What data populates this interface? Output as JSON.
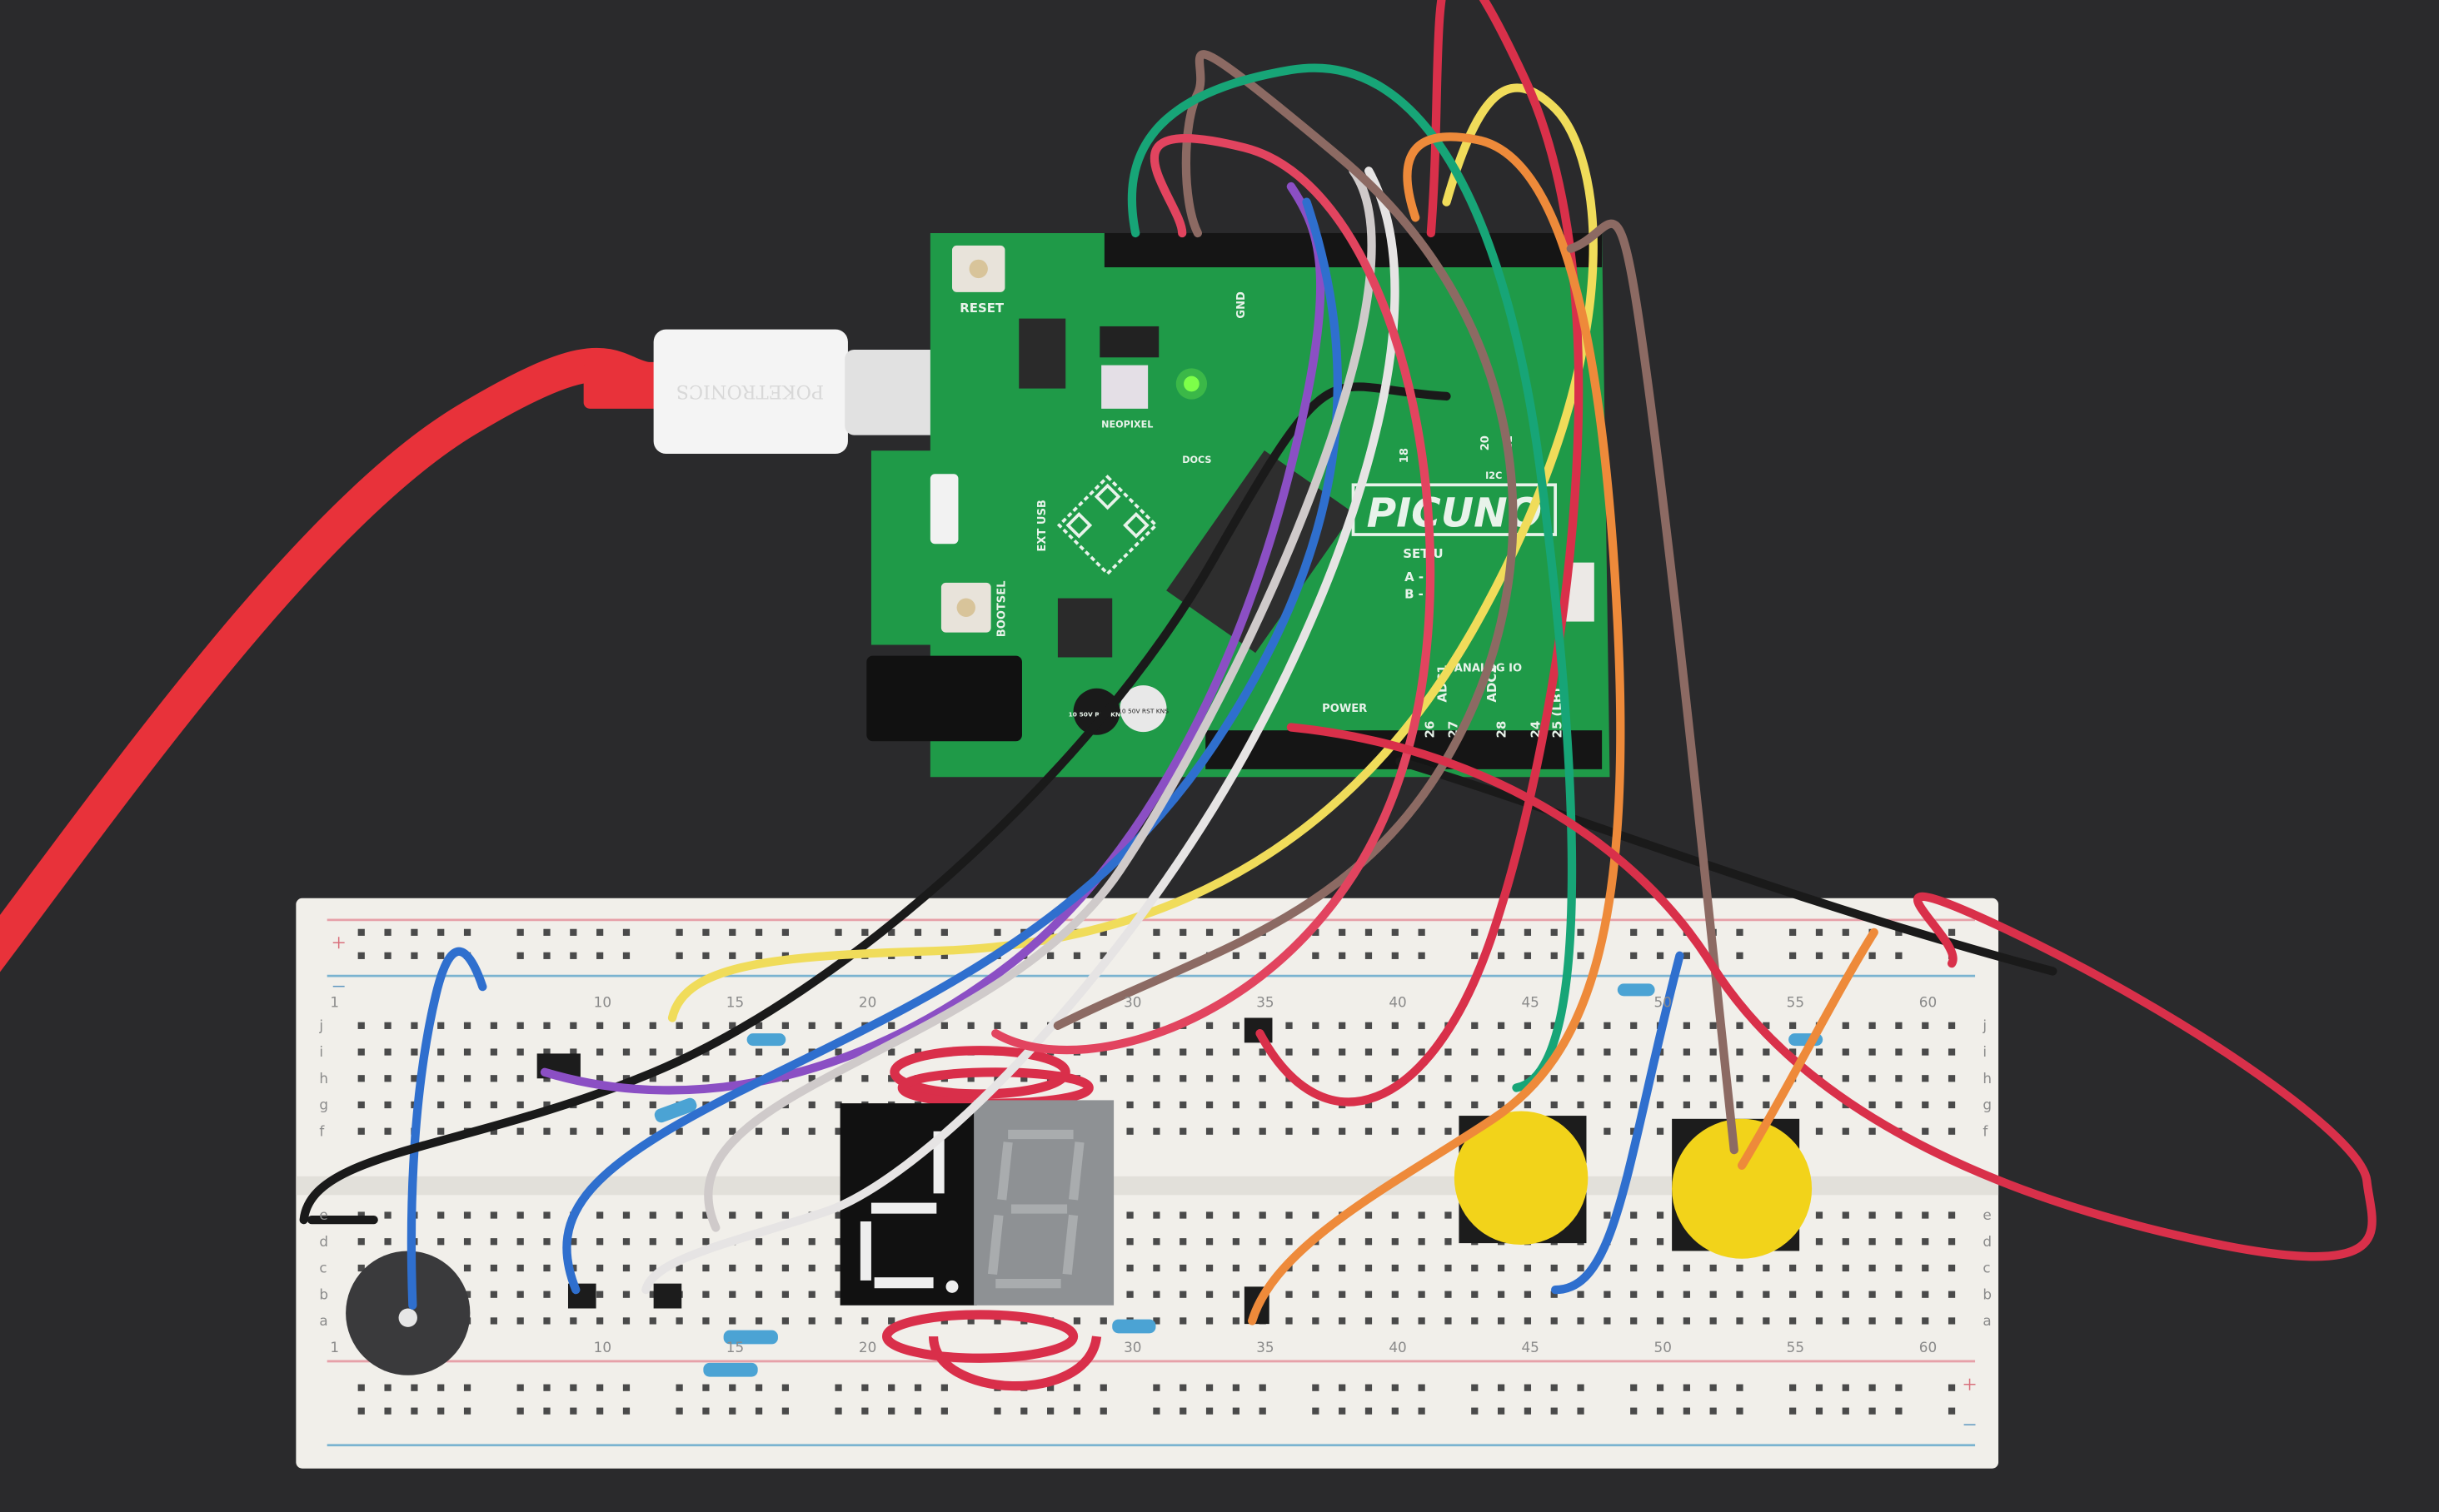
{
  "scene": {
    "background_color": "#2a2a2c",
    "board_color": "#1f9a48",
    "breadboard_color": "#f1efea"
  },
  "cable": {
    "brand_text": "POKETRONICS",
    "cable_color": "#e8323a"
  },
  "board": {
    "name_text": "PICUNO",
    "labels": {
      "reset": "RESET",
      "bootsel": "BOOTSEL",
      "neopixel": "NEOPIXEL",
      "docs": "DOCS",
      "ext_usb": "EXT USB",
      "gnd_top": "GND",
      "set_up": "SET U",
      "a_row": "A -",
      "b_row": "B -",
      "analog_io": "ANALOG IO",
      "power": "POWER",
      "i2c": "I2C",
      "pin_18": "18",
      "pin_20": "20",
      "pin_21": "21",
      "adc1": "ADC1",
      "adc2": "ADC2",
      "pin_26": "26",
      "pin_27": "27",
      "pin_28": "28",
      "pin_24": "24",
      "pin_25": "25 (LB)",
      "cap1": "10 50V RST KNS",
      "cap2": "10 50V RST KNS"
    },
    "status_led_color": "#7dff4a"
  },
  "breadboard": {
    "column_labels": [
      "1",
      "10",
      "15",
      "20",
      "30",
      "35",
      "40",
      "45",
      "50",
      "55",
      "60"
    ],
    "row_labels_top": [
      "j",
      "i",
      "h",
      "g",
      "f"
    ],
    "row_labels_bottom": [
      "e",
      "d",
      "c",
      "b",
      "a"
    ],
    "rail_plus": "+",
    "rail_minus": "−"
  },
  "display": {
    "left_digit_color": "#111111",
    "right_digit_color": "#8e9194"
  },
  "buttons": {
    "cap_color": "#f2d31a"
  },
  "wires": {
    "black": "#1a1a1a",
    "purple": "#8b4fc4",
    "blue": "#2f6fce",
    "white": "#e6e4e4",
    "gray": "#cfcaca",
    "yellow": "#f0dc5a",
    "brown": "#8c6a63",
    "pink": "#e2445f",
    "red": "#d9304a",
    "green": "#17a577",
    "orange": "#ee8a3a"
  }
}
